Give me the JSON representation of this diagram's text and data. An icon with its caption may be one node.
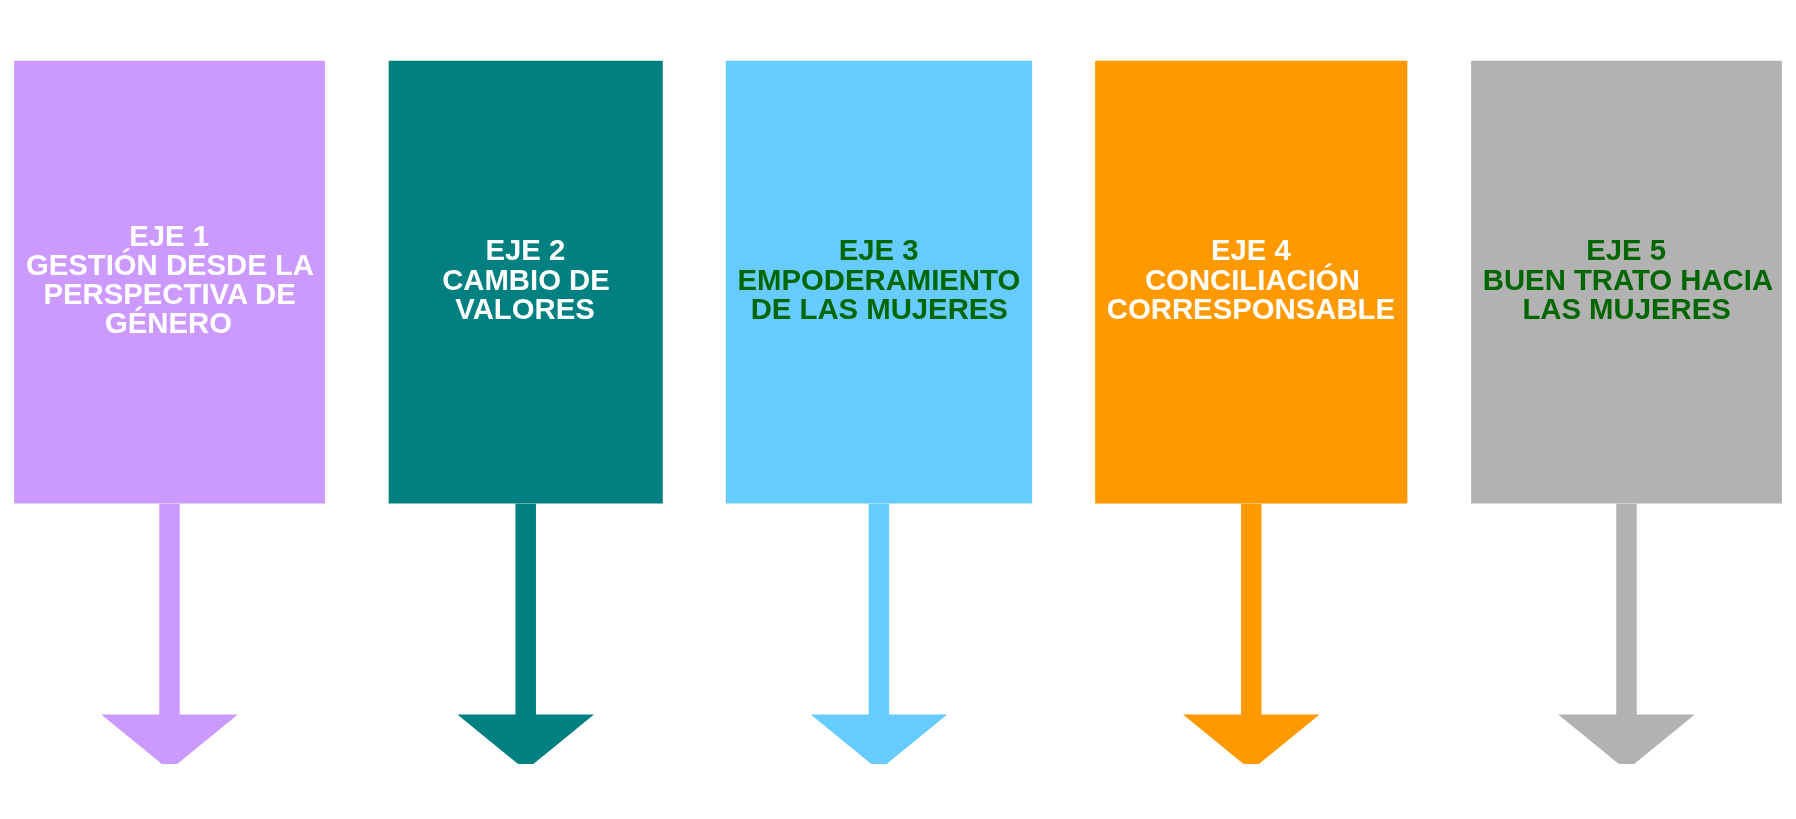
{
  "diagram": {
    "nodes": [
      {
        "text": [
          "EJE 1",
          "GESTIÓN DESDE LA PERSPECTIVA DE GÉNERO"
        ]
      },
      {
        "text": [
          "EJE 2",
          "CAMBIO DE VALORES"
        ]
      },
      {
        "text": [
          "EJE 3",
          "EMPODERAMIENTO DE LAS MUJERES"
        ]
      },
      {
        "text": [
          "EJE 4",
          "CONCILIACIÓN CORRESPONSABLE"
        ]
      },
      {
        "text": [
          "EJE 5",
          "BUEN TRATO HACIA LAS MUJERES"
        ]
      }
    ],
    "edges": [
      {
        "from": 0,
        "to": null,
        "arrow": "to",
        "color": "#cc99ff"
      },
      {
        "from": 1,
        "to": null,
        "arrow": "to",
        "color": "#008080"
      },
      {
        "from": 2,
        "to": null,
        "arrow": "to",
        "color": "#66ccff"
      },
      {
        "from": 3,
        "to": null,
        "arrow": "to",
        "color": "#ff9900"
      },
      {
        "from": 4,
        "to": null,
        "arrow": "to",
        "color": "#b2b2b2"
      }
    ]
  }
}
